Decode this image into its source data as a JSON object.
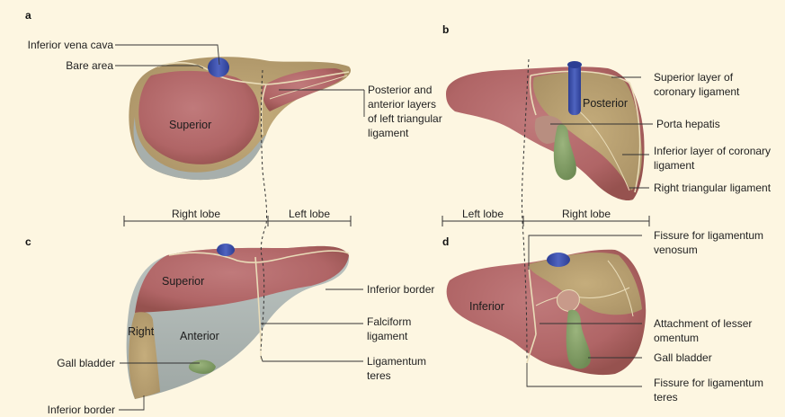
{
  "panels": {
    "a": "a",
    "b": "b",
    "c": "c",
    "d": "d"
  },
  "colors": {
    "background": "#fdf6e1",
    "liver": "#b56a6b",
    "liver_dark": "#9c5658",
    "bare_area": "#b7a070",
    "peritoneal_edge": "#a8b0ad",
    "anterior_surface": "#b9c2bf",
    "vena_cava": "#3b4fa8",
    "gall_bladder": "#7f9b62",
    "ligament": "#e9dcb8"
  },
  "panel_a": {
    "inferior_vena_cava": "Inferior vena cava",
    "bare_area": "Bare area",
    "superior": "Superior",
    "left_triangular_1": "Posterior and",
    "left_triangular_2": "anterior layers",
    "left_triangular_3": "of left triangular",
    "left_triangular_4": "ligament"
  },
  "panel_b": {
    "posterior": "Posterior",
    "superior_coronary_1": "Superior layer of",
    "superior_coronary_2": "coronary ligament",
    "porta_hepatis": "Porta hepatis",
    "inferior_coronary_1": "Inferior layer of coronary",
    "inferior_coronary_2": "ligament",
    "right_triangular": "Right triangular ligament"
  },
  "lobes_top": {
    "right": "Right lobe",
    "left": "Left lobe"
  },
  "lobes_bottom": {
    "left": "Left lobe",
    "right": "Right lobe"
  },
  "panel_c": {
    "superior": "Superior",
    "right": "Right",
    "anterior": "Anterior",
    "inferior_border_right": "Inferior border",
    "falciform_1": "Falciform",
    "falciform_2": "ligament",
    "teres_1": "Ligamentum",
    "teres_2": "teres",
    "gall_bladder": "Gall bladder",
    "inferior_border_left": "Inferior border"
  },
  "panel_d": {
    "inferior": "Inferior",
    "venosum_1": "Fissure for ligamentum",
    "venosum_2": "venosum",
    "lesser_omentum_1": "Attachment of lesser",
    "lesser_omentum_2": "omentum",
    "gall_bladder": "Gall bladder",
    "teres_fissure_1": "Fissure for ligamentum",
    "teres_fissure_2": "teres"
  }
}
